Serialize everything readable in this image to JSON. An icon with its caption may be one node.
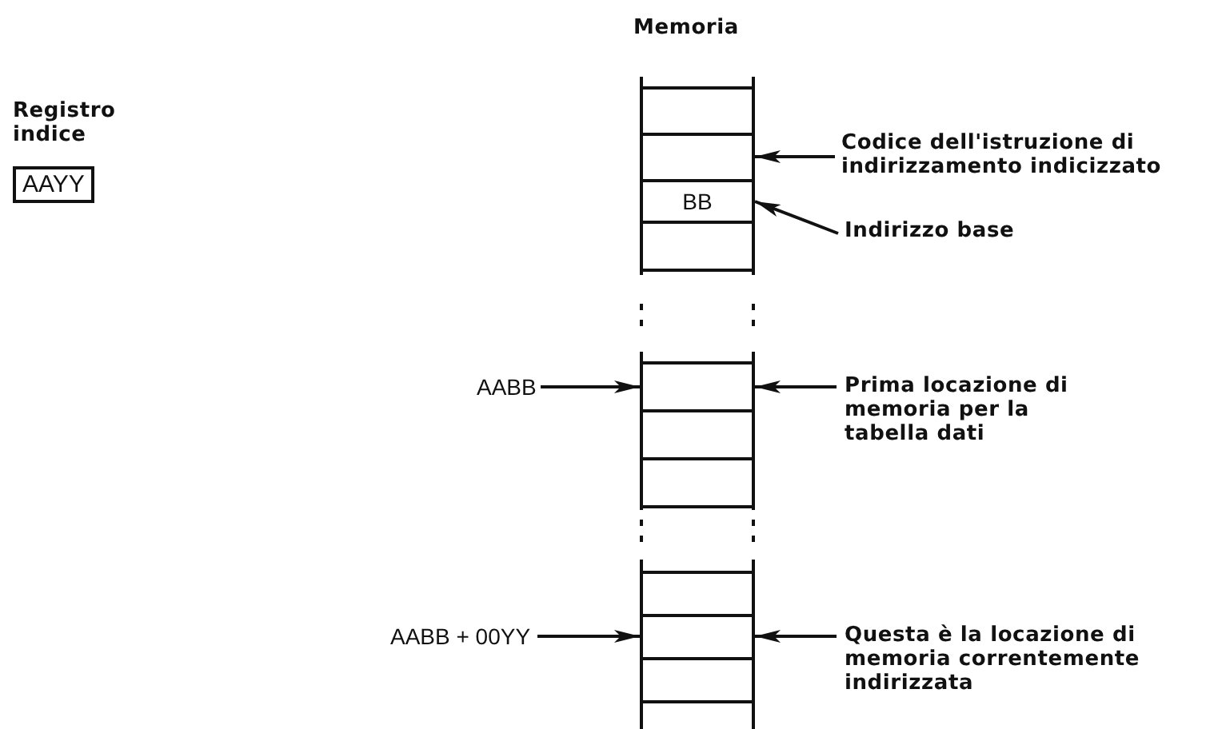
{
  "diagram": {
    "nodes": [
      {
        "text": [
          "Registro indice",
          "AAYY"
        ]
      },
      {
        "text": [],
        "shape": "box"
      },
      {
        "text": [],
        "shape": "box"
      },
      {
        "text": [
          "BB"
        ]
      },
      {
        "text": [],
        "shape": "box"
      },
      {
        "text": [
          "Codice dell'istruzione di indirizzamento indicizzato"
        ]
      },
      {
        "text": [
          "Indirizzo base"
        ]
      },
      {
        "text": [
          "AABB"
        ]
      },
      {
        "text": [],
        "shape": "box"
      },
      {
        "text": [
          "Prima locazione di memoria per la tabella dati"
        ]
      },
      {
        "text": [],
        "shape": "box"
      },
      {
        "text": [],
        "shape": "box"
      },
      {
        "text": [],
        "shape": "box"
      },
      {
        "text": [
          "AABB + 00YY"
        ]
      },
      {
        "text": [],
        "shape": "box"
      },
      {
        "text": [
          "Questa è la locazione di memoria correntemente indirizzata"
        ]
      },
      {
        "text": [],
        "shape": "box"
      }
    ],
    "edges": [
      {
        "from": 5,
        "to": 2,
        "arrow": "to"
      },
      {
        "from": 6,
        "to": 3,
        "arrow": "to"
      },
      {
        "from": 7,
        "to": 8,
        "arrow": "to"
      },
      {
        "from": 9,
        "to": 8,
        "arrow": "to"
      },
      {
        "from": 13,
        "to": 14,
        "arrow": "to"
      },
      {
        "from": 15,
        "to": 14,
        "arrow": "to"
      }
    ],
    "labels": [
      "Memoria"
    ]
  }
}
